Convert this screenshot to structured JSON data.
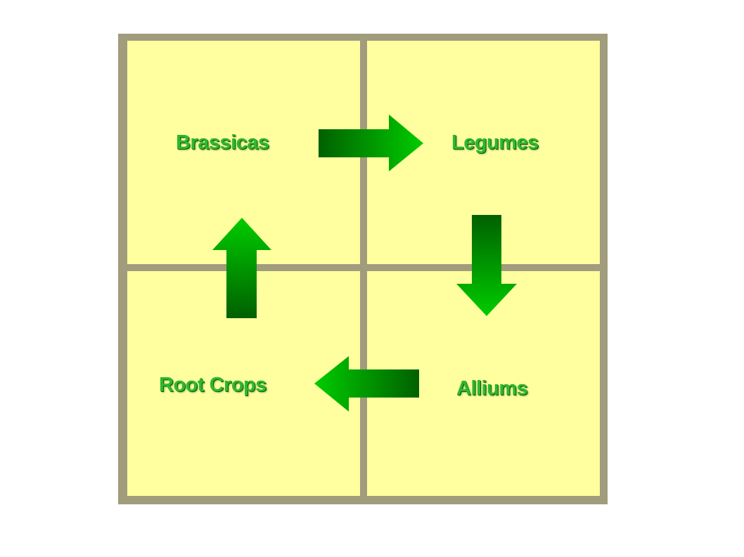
{
  "diagram": {
    "labels": {
      "brassicas": "Brassicas",
      "legumes": "Legumes",
      "alliums": "Alliums",
      "root_crops": "Root Crops"
    },
    "colors": {
      "border": "#a09c7c",
      "cell": "#ffff9f",
      "arrow_dark": "#006000",
      "arrow_light": "#00cc00",
      "text": "#2eb82e"
    },
    "flow": [
      "Brassicas",
      "Legumes",
      "Alliums",
      "Root Crops"
    ]
  }
}
